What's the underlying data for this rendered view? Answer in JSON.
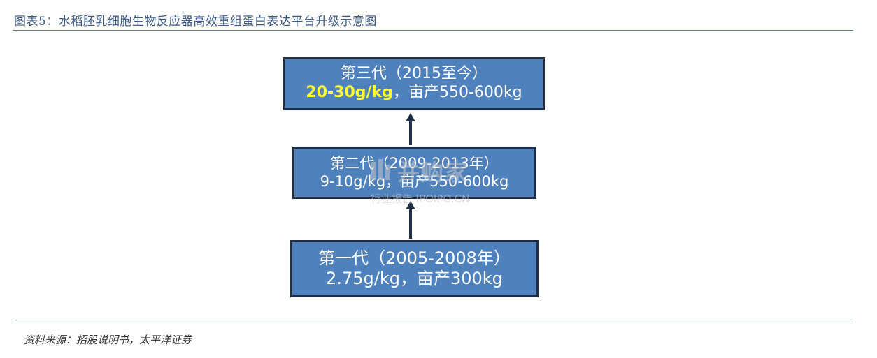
{
  "figure": {
    "title": "图表5：水稻胚乳细胞生物反应器高效重组蛋白表达平台升级示意图",
    "source": "资料来源：招股说明书，太平洋证券"
  },
  "diagram": {
    "generations": [
      {
        "label": "第三代（2015至今）",
        "yield": "20-30g/kg",
        "separator": "，",
        "acre_yield": "亩产550-600kg"
      },
      {
        "label": "第二代（2009-2013年）",
        "yield": "9-10g/kg",
        "separator": "，",
        "acre_yield": "亩产550-600kg"
      },
      {
        "label": "第一代（2005-2008年）",
        "yield": "2.75g/kg",
        "separator": "，",
        "acre_yield": "亩产300kg"
      }
    ],
    "colors": {
      "box_fill": "#4f81bd",
      "box_border": "#1f2e45",
      "highlight_text": "#ffff33",
      "title_text": "#3b5a86"
    }
  },
  "watermark": {
    "brand": "并购家",
    "subtitle": "行业报告 IPOIPO.CN"
  }
}
